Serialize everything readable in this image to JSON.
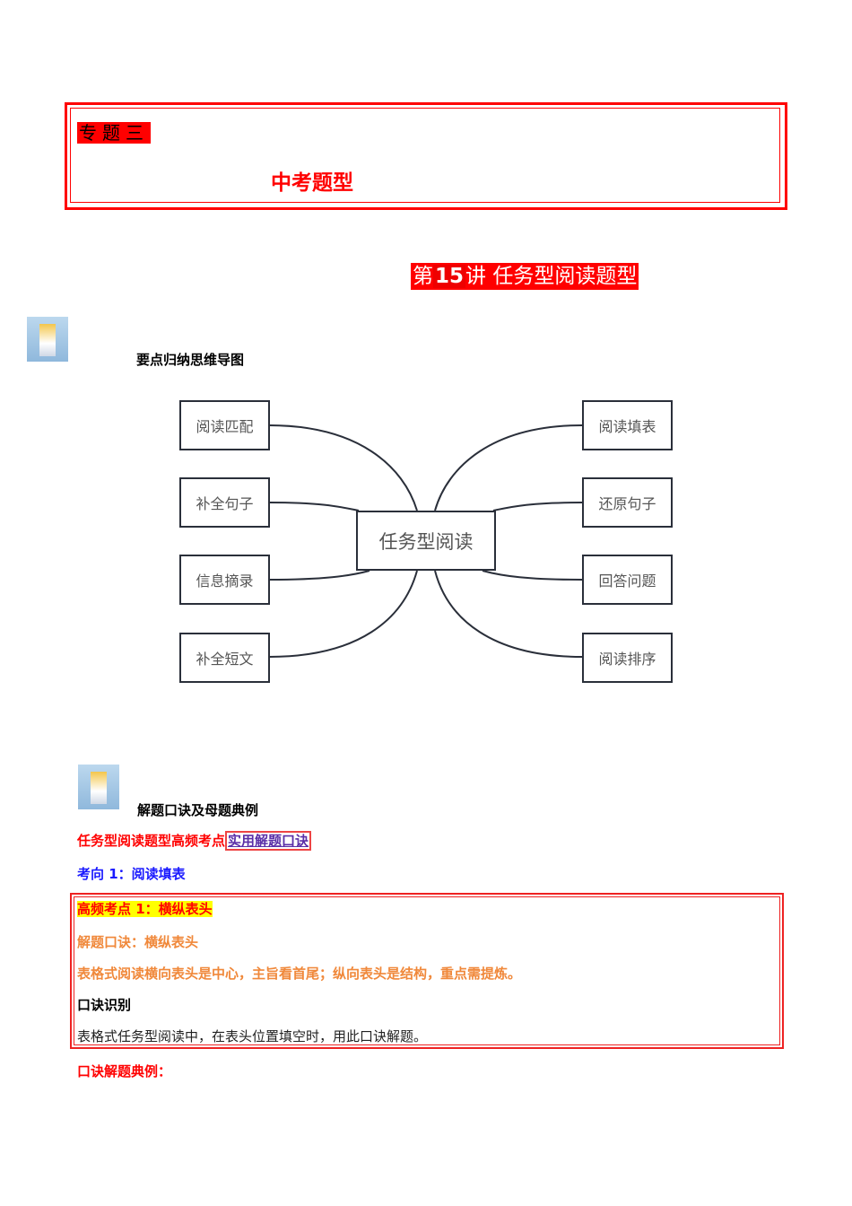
{
  "header": {
    "topic": "专题三",
    "exam_type": "中考题型",
    "lecture_prefix": "第",
    "lecture_number": "15",
    "lecture_suffix": "讲  任务型阅读题型"
  },
  "section1": {
    "title": "要点归纳思维导图"
  },
  "mindmap": {
    "center": "任务型阅读",
    "left": [
      "阅读匹配",
      "补全句子",
      "信息摘录",
      "补全短文"
    ],
    "right": [
      "阅读填表",
      "还原句子",
      "回答问题",
      "阅读排序"
    ]
  },
  "section2": {
    "title": "解题口诀及母题典例"
  },
  "intro": {
    "text": "任务型阅读题型高频考点",
    "link": "实用解题口诀"
  },
  "direction": "考向 1：阅读填表",
  "point": {
    "title": "高频考点 1：横纵表头",
    "formula": "解题口诀：横纵表头",
    "formula_text": "表格式阅读横向表头是中心，主旨看首尾；纵向表头是结构，重点需提炼。",
    "identify_title": "口诀识别",
    "identify_text": "表格式任务型阅读中，在表头位置填空时，用此口诀解题。"
  },
  "example_title": "口诀解题典例："
}
